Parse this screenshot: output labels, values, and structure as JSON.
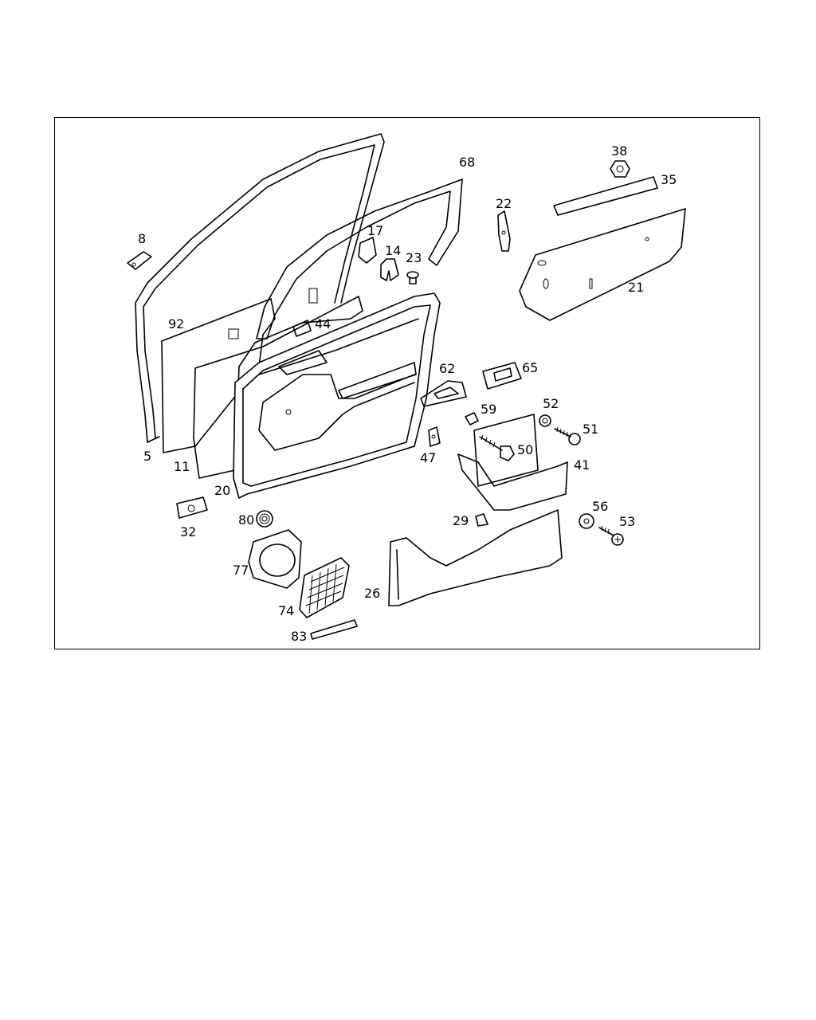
{
  "diagram": {
    "callouts": [
      "38",
      "35",
      "68",
      "22",
      "8",
      "17",
      "14",
      "23",
      "21",
      "92",
      "44",
      "62",
      "65",
      "52",
      "59",
      "51",
      "5",
      "47",
      "50",
      "11",
      "41",
      "20",
      "32",
      "80",
      "29",
      "56",
      "53",
      "77",
      "26",
      "74",
      "83"
    ]
  }
}
